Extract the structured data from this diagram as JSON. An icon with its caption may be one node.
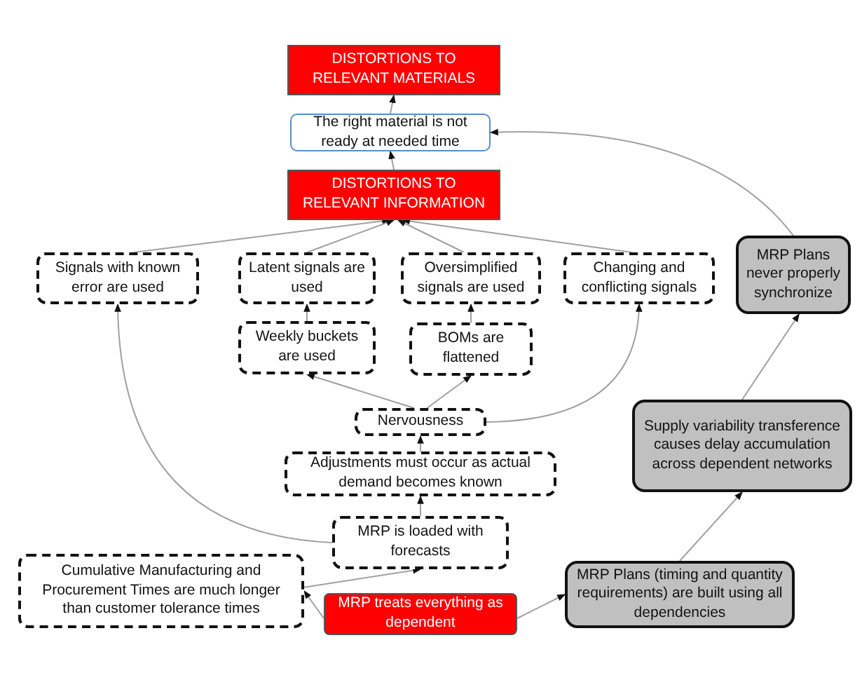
{
  "diagram": {
    "nodes": [
      {
        "text": [
          "DISTORTIONS TO RELEVANT MATERIALS"
        ]
      },
      {
        "text": [
          "The right material is not ready at needed time"
        ]
      },
      {
        "text": [
          "DISTORTIONS TO RELEVANT INFORMATION"
        ]
      },
      {
        "text": [
          "Signals with known error are used"
        ]
      },
      {
        "text": [
          "Latent signals are used"
        ]
      },
      {
        "text": [
          "Oversimplified signals are used"
        ]
      },
      {
        "text": [
          "Changing and conflicting signals"
        ]
      },
      {
        "text": [
          "MRP Plans never properly synchronize"
        ]
      },
      {
        "text": [
          "Weekly buckets are used"
        ]
      },
      {
        "text": [
          "BOMs are flattened"
        ]
      },
      {
        "text": [
          "Nervousness"
        ]
      },
      {
        "text": [
          "Adjustments must occur as actual demand becomes known"
        ]
      },
      {
        "text": [
          "MRP is loaded with forecasts"
        ]
      },
      {
        "text": [
          "Cumulative Manufacturing and Procurement Times are much longer than customer tolerance times"
        ]
      },
      {
        "text": [
          "MRP treats everything as dependent"
        ]
      },
      {
        "text": [
          "MRP Plans (timing and quantity requirements) are built using all dependencies"
        ]
      },
      {
        "text": [
          "Supply variability transference causes delay accumulation across dependent networks"
        ]
      }
    ],
    "edges": [
      {
        "from": 1,
        "to": 0,
        "arrow": "to"
      },
      {
        "from": 2,
        "to": 1,
        "arrow": "to"
      },
      {
        "from": 3,
        "to": 2,
        "arrow": "to"
      },
      {
        "from": 4,
        "to": 2,
        "arrow": "to"
      },
      {
        "from": 5,
        "to": 2,
        "arrow": "to"
      },
      {
        "from": 6,
        "to": 2,
        "arrow": "to"
      },
      {
        "from": 7,
        "to": 1,
        "arrow": "to"
      },
      {
        "from": 8,
        "to": 4,
        "arrow": "to"
      },
      {
        "from": 9,
        "to": 5,
        "arrow": "to"
      },
      {
        "from": 10,
        "to": 8,
        "arrow": "to"
      },
      {
        "from": 10,
        "to": 9,
        "arrow": "to"
      },
      {
        "from": 10,
        "to": 6,
        "arrow": "to"
      },
      {
        "from": 11,
        "to": 10,
        "arrow": "to"
      },
      {
        "from": 12,
        "to": 11,
        "arrow": "to"
      },
      {
        "from": 12,
        "to": 3,
        "arrow": "to"
      },
      {
        "from": 13,
        "to": 12,
        "arrow": "to"
      },
      {
        "from": 14,
        "to": 13,
        "arrow": "to"
      },
      {
        "from": 14,
        "to": 15,
        "arrow": "to"
      },
      {
        "from": 15,
        "to": 16,
        "arrow": "to"
      },
      {
        "from": 16,
        "to": 7,
        "arrow": "to"
      }
    ]
  }
}
